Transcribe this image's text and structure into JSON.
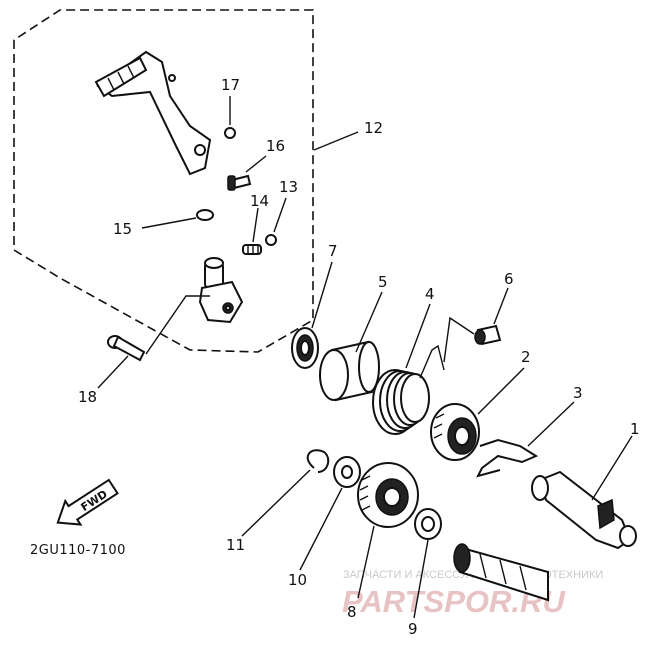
{
  "diagram_code": "2GU110-7100",
  "direction_label": "FWD",
  "part_numbers": [
    "1",
    "2",
    "3",
    "4",
    "5",
    "6",
    "7",
    "8",
    "9",
    "10",
    "11",
    "12",
    "13",
    "14",
    "15",
    "16",
    "17",
    "18"
  ],
  "watermark": {
    "top": "ЗАПЧАСТИ И АКСЕССУАРЫ ДЛЯ МОТОТЕХНИКИ",
    "brand": "PARTSPOR.RU"
  }
}
